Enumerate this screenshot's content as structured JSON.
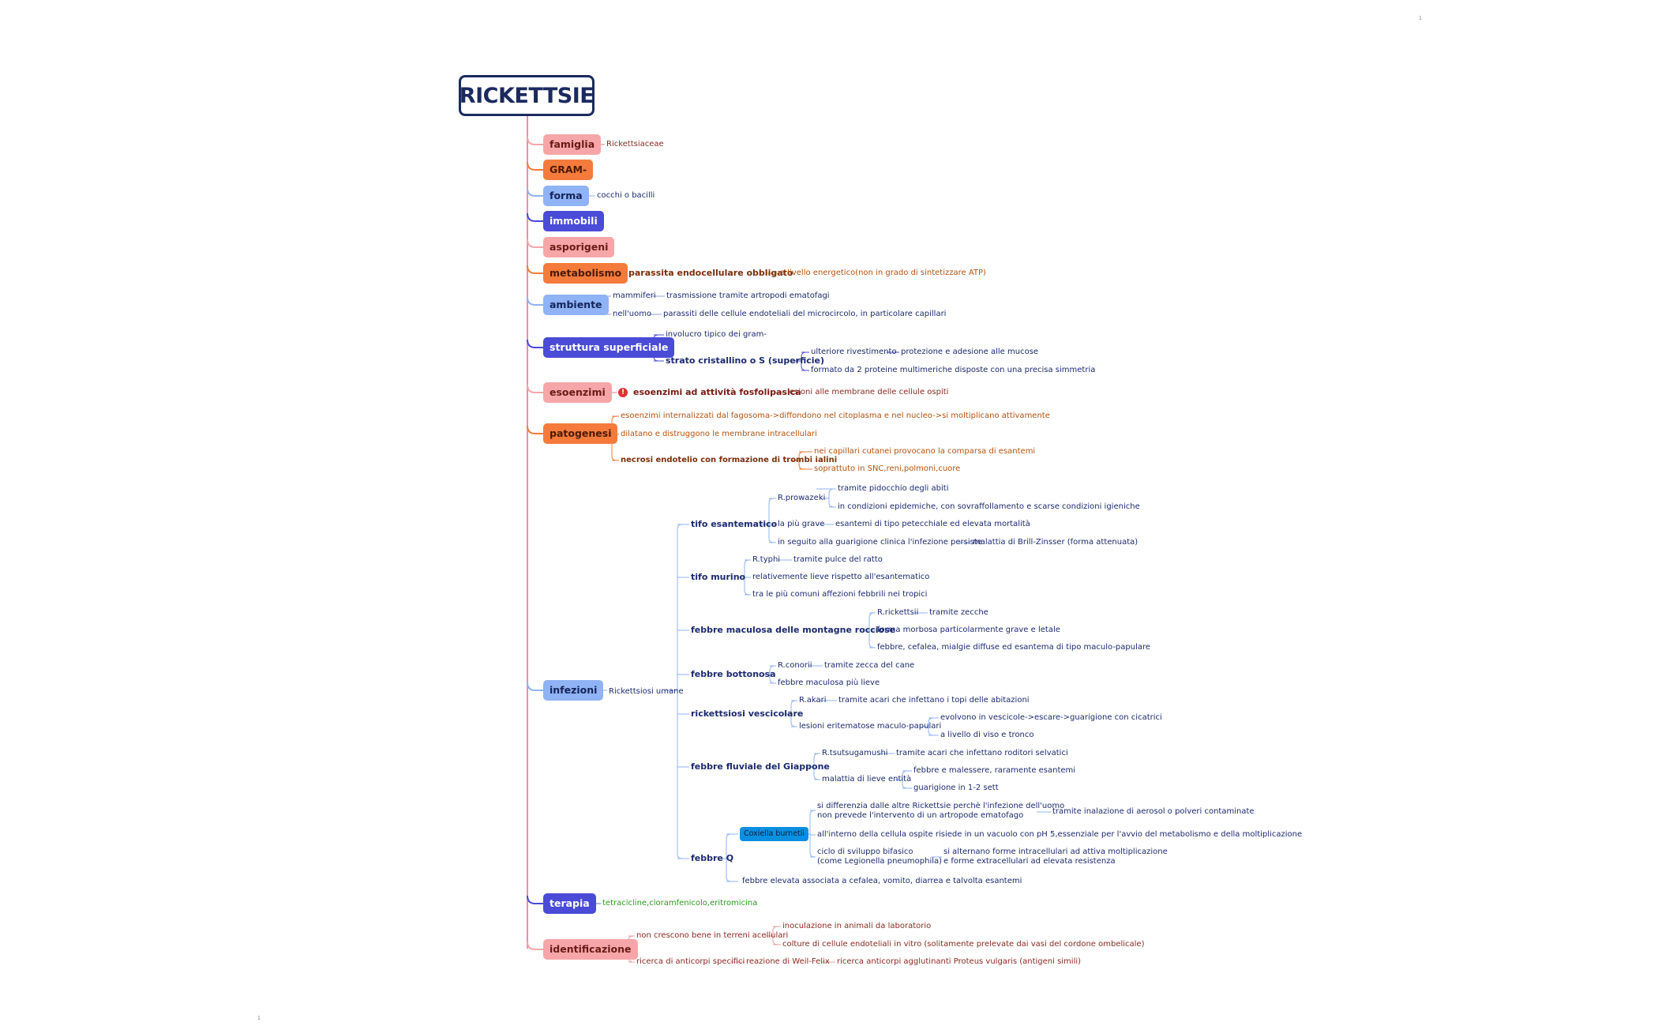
{
  "root": {
    "title": "RICKETTSIE"
  },
  "colors": {
    "pink": "#f6a6a8",
    "orange": "#f47b3b",
    "lightblue": "#8fb3f4",
    "indigo": "#4a4bd6",
    "text_brown": "#8a2a20",
    "text_navy": "#1b2a6e",
    "text_orange": "#b3520f",
    "text_green": "#2a9a1e",
    "coxiella": "#0b8fe0",
    "alert": "#e03131"
  },
  "branches": [
    {
      "id": "famiglia",
      "label": "famiglia",
      "color": "pink"
    },
    {
      "id": "gram",
      "label": "GRAM-",
      "color": "orange"
    },
    {
      "id": "forma",
      "label": "forma",
      "color": "lightblue"
    },
    {
      "id": "immobili",
      "label": "immobili",
      "color": "indigo"
    },
    {
      "id": "asporigeni",
      "label": "asporigeni",
      "color": "pink"
    },
    {
      "id": "metabolismo",
      "label": "metabolismo",
      "color": "orange"
    },
    {
      "id": "ambiente",
      "label": "ambiente",
      "color": "lightblue"
    },
    {
      "id": "struttura",
      "label": "struttura superficiale",
      "color": "indigo"
    },
    {
      "id": "esoenzimi",
      "label": "esoenzimi",
      "color": "pink"
    },
    {
      "id": "patogenesi",
      "label": "patogenesi",
      "color": "orange"
    },
    {
      "id": "infezioni",
      "label": "infezioni",
      "color": "lightblue"
    },
    {
      "id": "terapia",
      "label": "terapia",
      "color": "indigo"
    },
    {
      "id": "identificazione",
      "label": "identificazione",
      "color": "pink"
    }
  ],
  "nodes": {
    "rickettsiaceae": "Rickettsiaceae",
    "cocchi": "cocchi o bacilli",
    "parassita": "parassita endocellulare obbligato",
    "energetico": "a livello energetico(non in grado di sintetizzare ATP)",
    "mammiferi": "mammiferi",
    "artropodi": "trasmissione tramite artropodi ematofagi",
    "uomo": "nell'uomo",
    "endoteliali": "parassiti delle cellule endoteliali del microcircolo, in particolare capillari",
    "involucro": "involucro tipico dei gram-",
    "strato": "strato cristallino o S (superficie)",
    "rivestimento": "ulteriore rivestimento",
    "adesione": "protezione e adesione alle mucose",
    "proteine": "formato da 2 proteine multimeriche disposte con una precisa simmetria",
    "fosfolipasica": "esoenzimi ad attività fosfolipasica",
    "lesioni_membrane": "lesioni alle membrane delle cellule ospiti",
    "alert_icon": "!",
    "internalizzati": "esoenzimi internalizzati dal fagosoma->diffondono nel citoplasma e nel nucleo->si moltiplicano attivamente",
    "dilatano": "dilatano e distruggono le membrane intracellulari",
    "necrosi": "necrosi endotelio con formazione di trombi ialini",
    "capillari_cutanei": "nei capillari cutanei provocano la comparsa di esantemi",
    "snc": "soprattuto in SNC,reni,polmoni,cuore",
    "rickettsiosi_umane": "Rickettsiosi umane",
    "tifo_esantematico": "tifo esantematico",
    "prowazeki": "R.prowazeki",
    "pidocchio": "tramite pidocchio degli abiti",
    "epidemiche": "in condizioni epidemiche, con sovraffollamento e scarse condizioni igieniche",
    "piu_grave": "la più grave",
    "petecchiale": "esantemi di tipo petecchiale ed elevata mortalità",
    "guarigione_persiste": "in seguito alla guarigione clinica l'infezione persiste",
    "brill": "malattia di Brill-Zinsser (forma attenuata)",
    "tifo_murino": "tifo murino",
    "typhi": "R.typhi",
    "pulce": "tramite pulce del ratto",
    "lieve_rispetto": "relativemente lieve rispetto all'esantematico",
    "tropici": "tra le più comuni affezioni febbrili nei tropici",
    "maculosa": "febbre maculosa delle montagne rocciose",
    "rickettsii": "R.rickettsii",
    "zecche": "tramite zecche",
    "morbosa": "forma morbosa particolarmente grave e letale",
    "mialgie": "febbre, cefalea, mialgie diffuse ed esantema di tipo maculo-papulare",
    "bottonosa": "febbre bottonosa",
    "conorii": "R.conorii",
    "zecca_cane": "tramite zecca del cane",
    "maculosa_lieve": "febbre maculosa più lieve",
    "vescicolare": "rickettsiosi vescicolare",
    "akari": "R.akari",
    "acari_topi": "tramite acari che infettano i topi delle abitazioni",
    "lesioni_maculo": "lesioni eritematose maculo-papulari",
    "evolvono": "evolvono in vescicole->escare->guarigione con cicatrici",
    "viso": "a livello di viso e tronco",
    "fluviale": "febbre fluviale del Giappone",
    "tsutsugamushi": "R.tsutsugamushi",
    "acari_roditori": "tramite acari che infettano roditori selvatici",
    "lieve_entita": "malattia di lieve entità",
    "malessere": "febbre e malessere, raramente esantemi",
    "guarigione_sett": "guarigione in 1-2 sett",
    "febbre_q": "febbre Q",
    "coxiella": "Coxiella burnetii",
    "differenzia": "si differenzia dalle altre Rickettsie perchè l'infezione dell'uomo\nnon prevede l'intervento di un artropode ematofago",
    "aerosol": "tramite inalazione di aerosol o polveri contaminate",
    "vacuolo": "all'interno della cellula ospite risiede in un vacuolo con pH 5,essenziale per l'avvio del metabolismo e della moltiplicazione",
    "ciclo": "ciclo di sviluppo bifasico\n(come Legionella pneumophila)",
    "alternano": "si alternano forme intracellulari ad attiva moltiplicazione\ne forme extracellulari ad elevata resistenza",
    "febbre_elevata": "febbre elevata associata a cefalea, vomito, diarrea e talvolta esantemi",
    "antibiotici": "tetracicline,cloramfenicolo,eritromicina",
    "non_crescono": "non crescono bene in terreni acellulari",
    "inoculazione": "inoculazione in animali da laboratorio",
    "colture": "colture di cellule endoteliali in vitro (solitamente prelevate dai vasi del cordone ombelicale)",
    "anticorpi": "ricerca di anticorpi specifici",
    "weil": "reazione di Weil-Felix",
    "proteus": "ricerca anticorpi agglutinanti Proteus vulgaris (antigeni simili)"
  },
  "page_marks": {
    "top": "1",
    "bottom": "1"
  }
}
